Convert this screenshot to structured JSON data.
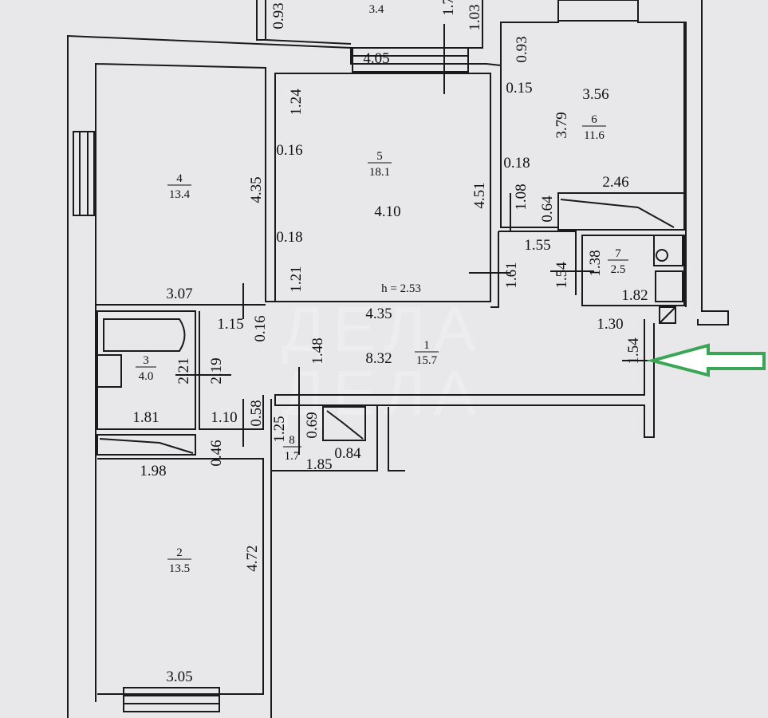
{
  "watermark": "ДЕЛА",
  "ceiling_height": "h = 2.53",
  "rooms": [
    {
      "number": "1",
      "area": "15.7"
    },
    {
      "number": "2",
      "area": "13.5"
    },
    {
      "number": "3",
      "area": "4.0"
    },
    {
      "number": "4",
      "area": "13.4"
    },
    {
      "number": "5",
      "area": "18.1"
    },
    {
      "number": "6",
      "area": "11.6"
    },
    {
      "number": "7",
      "area": "2.5"
    },
    {
      "number": "8",
      "area": "1.7"
    },
    {
      "number": "",
      "area": "3.4"
    }
  ],
  "dimensions": {
    "top_093": "0.93",
    "top_17": "1.7",
    "top_103": "1.03",
    "top_405": "4.05",
    "r6_093": "0.93",
    "r6_015": "0.15",
    "r6_356": "3.56",
    "r6_379": "3.79",
    "r5_124": "1.24",
    "r5_016": "0.16",
    "r5_410": "4.10",
    "r5_451": "4.51",
    "r5_018": "0.18",
    "r5_121": "1.21",
    "r4_435": "4.35",
    "r4_307": "3.07",
    "c_018": "0.18",
    "c_246": "2.46",
    "c_108": "1.08",
    "c_064": "0.64",
    "r7_155": "1.55",
    "r7_161": "1.61",
    "r7_154": "1.54",
    "r7_138": "1.38",
    "r7_182": "1.82",
    "h_130": "1.30",
    "h_154": "1.54",
    "h_115": "1.15",
    "h_016": "0.16",
    "h_435": "4.35",
    "h_148": "1.48",
    "h_832": "8.32",
    "r3_221": "2.21",
    "r3_219": "2.19",
    "r3_181": "1.81",
    "r3_110": "1.10",
    "r3_058": "0.58",
    "r8_125": "1.25",
    "r8_069": "0.69",
    "r8_185": "1.85",
    "r8_084": "0.84",
    "b_046": "0.46",
    "b_198": "1.98",
    "r2_472": "4.72",
    "r2_305": "3.05"
  },
  "colors": {
    "arrow": "#3aa655",
    "background": "#e8e8ea"
  }
}
